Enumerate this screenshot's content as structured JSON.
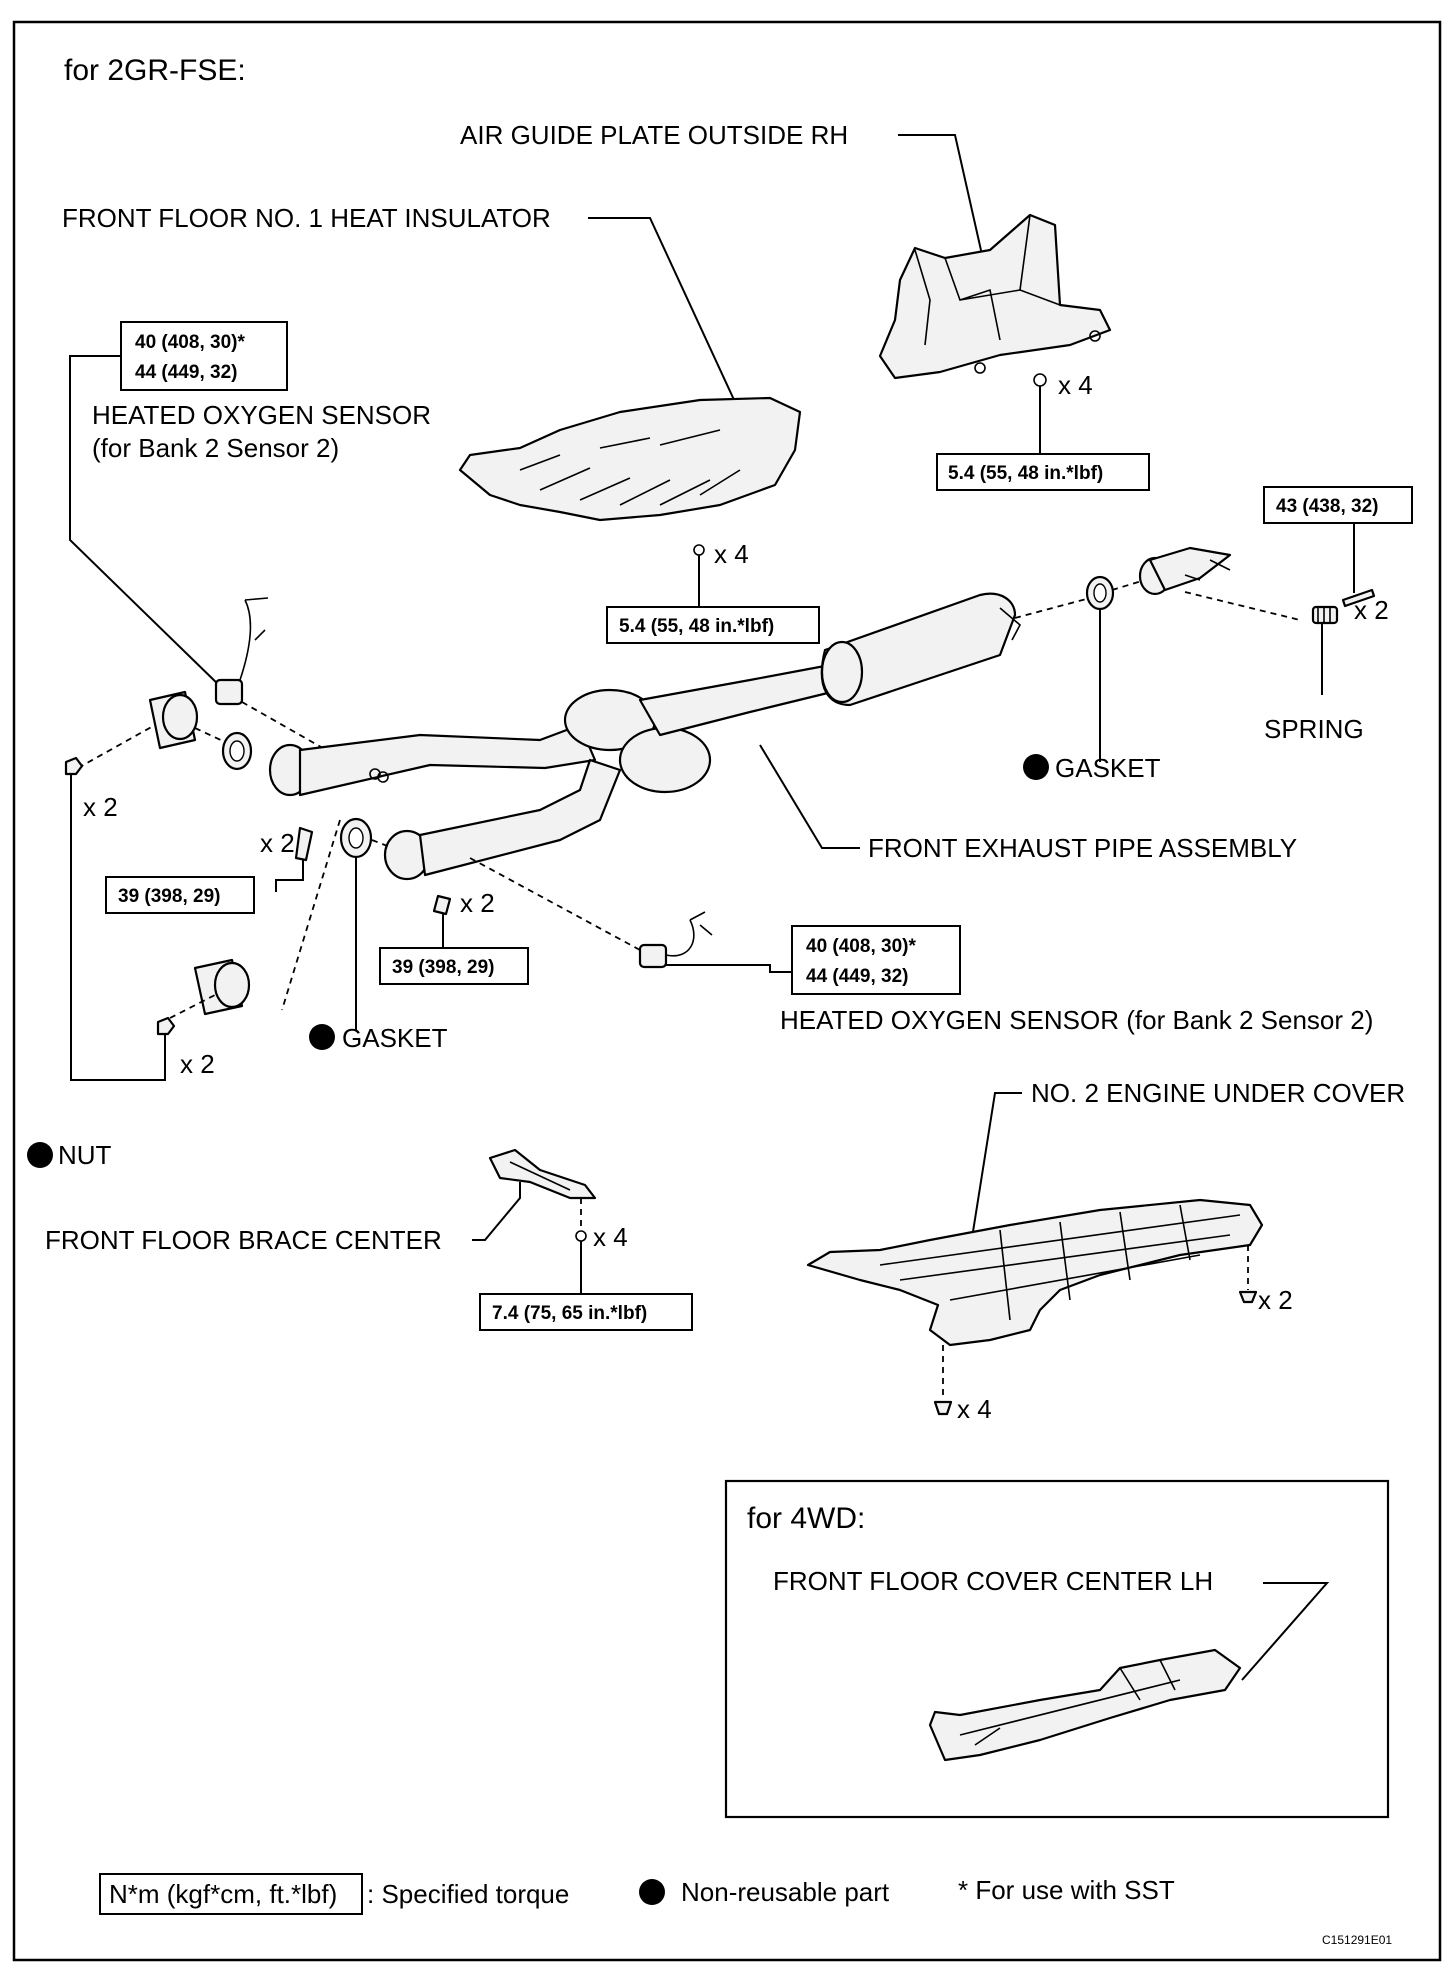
{
  "header": {
    "title": "for 2GR-FSE:"
  },
  "parts": {
    "air_guide_plate": "AIR GUIDE PLATE OUTSIDE RH",
    "heat_insulator": "FRONT FLOOR NO. 1 HEAT INSULATOR",
    "hos_upper_1": "HEATED  OXYGEN SENSOR",
    "hos_upper_2": "(for Bank 2 Sensor 2)",
    "hos_lower": "HEATED OXYGEN SENSOR (for Bank 2 Sensor 2)",
    "spring": "SPRING",
    "gasket_rear": "GASKET",
    "gasket_front": "GASKET",
    "exhaust_pipe": "FRONT EXHAUST PIPE ASSEMBLY",
    "nut": "NUT",
    "brace_center": "FRONT FLOOR BRACE CENTER",
    "under_cover": "NO. 2 ENGINE UNDER COVER"
  },
  "torques": {
    "hos_upper_a": "40 (408, 30)*",
    "hos_upper_b": "44 (449, 32)",
    "air_guide": "5.4 (55, 48 in.*lbf)",
    "insulator": "5.4 (55, 48 in.*lbf)",
    "spring_bolt": "43 (438, 32)",
    "flange_left": "39 (398, 29)",
    "flange_right": "39 (398, 29)",
    "hos_lower_a": "40 (408, 30)*",
    "hos_lower_b": "44 (449, 32)",
    "brace": "7.4 (75, 65 in.*lbf)"
  },
  "quantities": {
    "air_guide_bolts": "x 4",
    "insulator_bolts": "x 4",
    "spring_bolts": "x 2",
    "nut_upper": "x 2",
    "flange_left_bolts": "x 2",
    "flange_right_bolts": "x 2",
    "nut_lower": "x 2",
    "brace_bolts": "x 4",
    "cover_side_bolts": "x 2",
    "cover_bottom_bolts": "x 4"
  },
  "inset": {
    "title": "for 4WD:",
    "part": "FRONT FLOOR COVER CENTER LH"
  },
  "legend": {
    "torque_unit": "N*m (kgf*cm, ft.*lbf)",
    "torque_desc": ": Specified torque",
    "nonreusable": "Non-reusable part",
    "sst": "* For use with SST"
  },
  "figure_id": "C151291E01"
}
